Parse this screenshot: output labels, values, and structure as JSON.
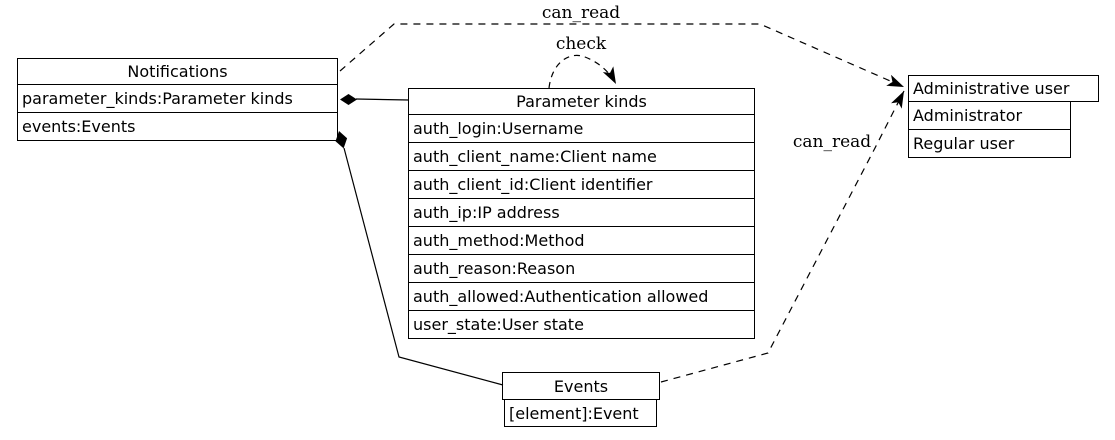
{
  "nodes": {
    "notifications": {
      "title": "Notifications",
      "fields": [
        "parameter_kinds:Parameter kinds",
        "events:Events"
      ]
    },
    "parameter_kinds": {
      "title": "Parameter kinds",
      "fields": [
        "auth_login:Username",
        "auth_client_name:Client name",
        "auth_client_id:Client identifier",
        "auth_ip:IP address",
        "auth_method:Method",
        "auth_reason:Reason",
        "auth_allowed:Authentication allowed",
        "user_state:User state"
      ]
    },
    "administrative_user": {
      "title": "Administrative user",
      "fields": [
        "Administrator",
        "Regular user"
      ]
    },
    "events": {
      "title": "Events",
      "fields": [
        "[element]:Event"
      ]
    }
  },
  "edges": {
    "can_read_top_label": "can_read",
    "check_label": "check",
    "can_read_right_label": "can_read"
  },
  "colors": {
    "stroke": "#000000",
    "background": "#ffffff"
  }
}
